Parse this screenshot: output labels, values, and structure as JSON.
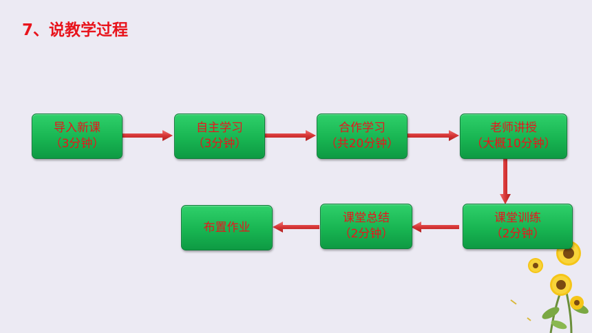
{
  "slide": {
    "title": "7、说教学过程"
  },
  "steps": [
    {
      "name": "导入新课",
      "time": "（3分钟）"
    },
    {
      "name": "自主学习",
      "time": "（3分钟）"
    },
    {
      "name": "合作学习",
      "time": "（共20分钟）"
    },
    {
      "name": "老师讲授",
      "time": "（大概10分钟）"
    },
    {
      "name": "课堂训练",
      "time": "（2分钟）"
    },
    {
      "name": "课堂总结",
      "time": "（2分钟）"
    },
    {
      "name": "布置作业",
      "time": ""
    }
  ],
  "colors": {
    "title": "#e8141c",
    "box_text": "#e8141c",
    "box_fill": "#18b552",
    "arrow": "#d63535",
    "background": "#eceaf3"
  },
  "decoration": {
    "icon": "sunflower-icon"
  }
}
